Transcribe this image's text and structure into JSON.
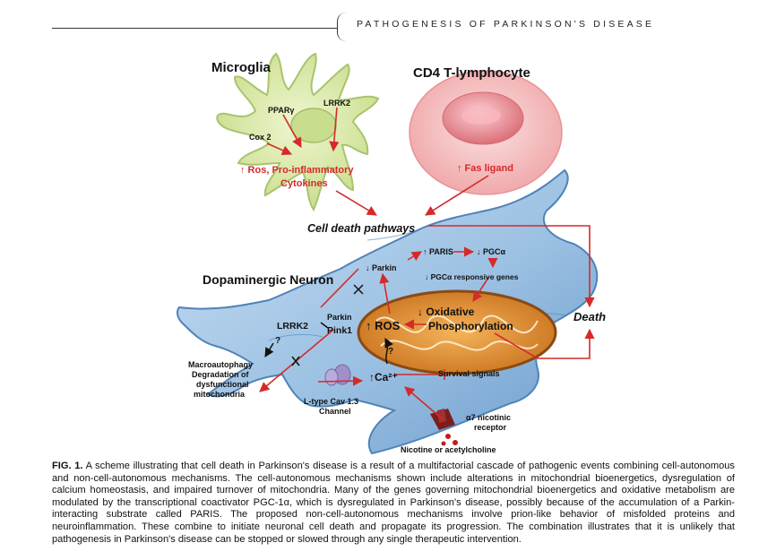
{
  "header": {
    "running_title": "PATHOGENESIS OF PARKINSON'S DISEASE"
  },
  "diagram": {
    "microglia": {
      "title": "Microglia",
      "pparg": "PPARγ",
      "lrrk2": "LRRK2",
      "cox2": "Cox 2",
      "ros_line1": "↑ Ros, Pro-inflammatory",
      "ros_line2": "Cytokines"
    },
    "tcell": {
      "title": "CD4 T-lymphocyte",
      "fas": "↑ Fas ligand"
    },
    "cell_death_pathways": "Cell death pathways",
    "death": "Death",
    "neuron": {
      "title": "Dopaminergic Neuron",
      "paris": "↑ PARIS",
      "pgca_down": "↓ PGCα",
      "parkin_down": "↓ Parkin",
      "pgca_genes": "↓ PGCα responsive genes",
      "parkin": "Parkin",
      "pink1": "Pink1",
      "lrrk2": "LRRK2",
      "q1": "?",
      "q2": "?",
      "ros": "↑ ROS",
      "oxphos_line1": "↓ Oxidative",
      "oxphos_line2": "Phosphorylation",
      "calcium": "↑Ca²⁺",
      "survival": "Survival signals",
      "macro_line1": "Macroautophagy",
      "macro_line2": "Degradation of",
      "macro_line3": "dysfunctional",
      "macro_line4": "mitochondria",
      "channel_line1": "L-type Cav 1.3",
      "channel_line2": "Channel",
      "receptor_line1": "α7 nicotinic",
      "receptor_line2": "receptor",
      "nicotine": "Nicotine or acetylcholine"
    }
  },
  "caption": {
    "label": "FIG. 1.",
    "text": "A scheme illustrating that cell death in Parkinson's disease is a result of a multifactorial cascade of pathogenic events combining cell-autonomous and non-cell-autonomous mechanisms. The cell-autonomous mechanisms shown include alterations in mitochondrial bioenergetics, dysregulation of calcium homeostasis, and impaired turnover of mitochondria. Many of the genes governing mitochondrial bioenergetics and oxidative metabolism are modulated by the transcriptional coactivator PGC-1α, which is dysregulated in Parkinson's disease, possibly because of the accumulation of a Parkin-interacting substrate called PARIS. The proposed non-cell-autonomous mechanisms involve prion-like behavior of misfolded proteins and neuroinflammation. These combine to initiate neuronal cell death and propagate its progression. The combination illustrates that it is unlikely that pathogenesis in Parkinson's disease can be stopped or slowed through any single therapeutic intervention."
  },
  "colors": {
    "arrow": "#d42a2a",
    "neuron_fill": "#9ec3e4",
    "neuron_edge": "#4f83b8",
    "microglia_fill": "#d9e9a6",
    "microglia_edge": "#a8c46c",
    "tcell_outer": "#f3b9b9",
    "tcell_inner": "#e88e92",
    "mito_fill": "#e0922e",
    "mito_edge": "#8a4a12"
  }
}
